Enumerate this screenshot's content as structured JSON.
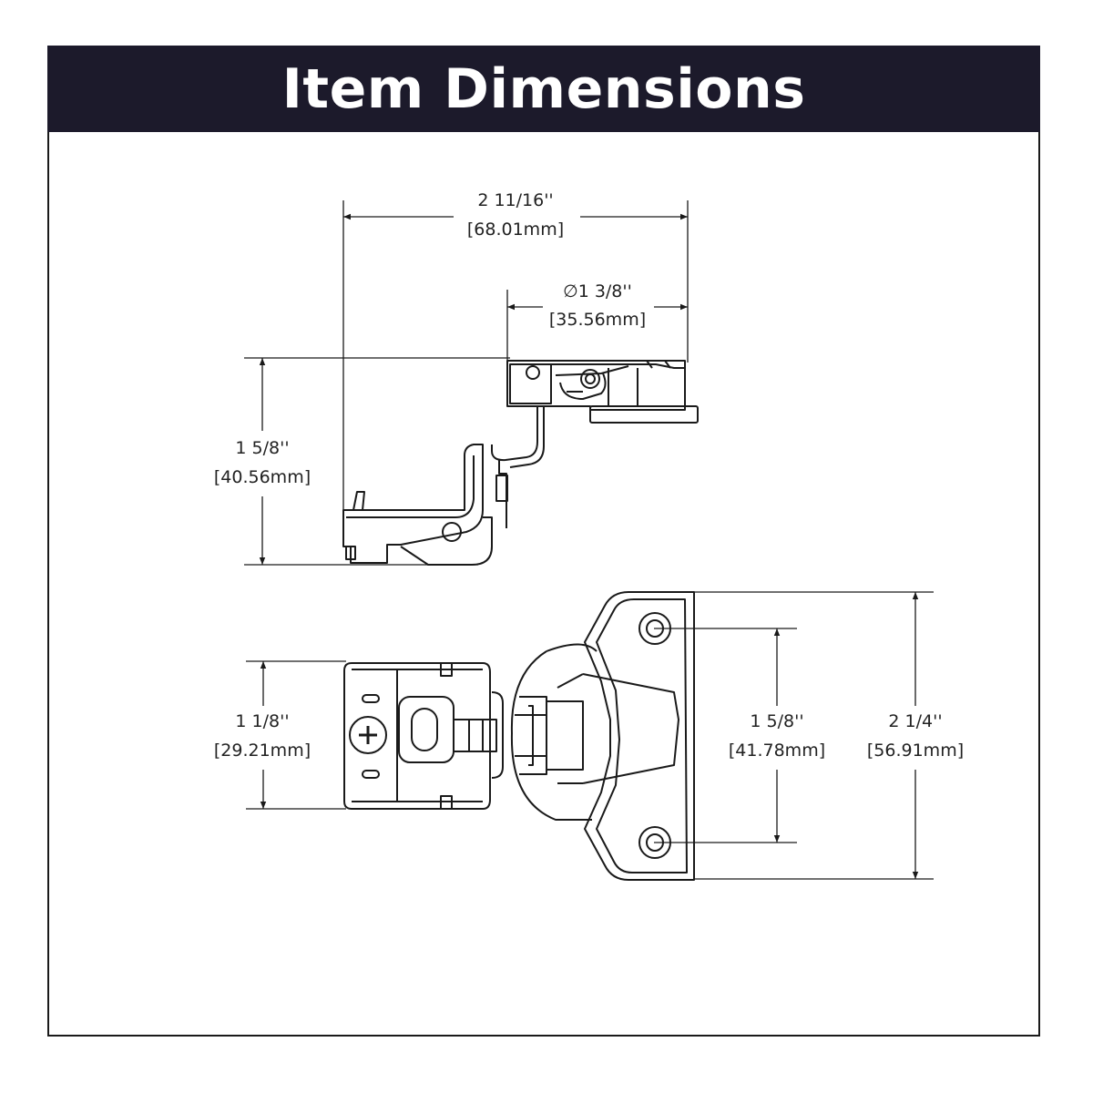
{
  "title": "Item Dimensions",
  "colors": {
    "header_bg": "#1c1a2b",
    "header_text": "#ffffff",
    "line": "#1a1a1a"
  },
  "dimensions": {
    "overall_width": {
      "imperial": "2 11/16''",
      "metric": "[68.01mm]"
    },
    "cup_diameter": {
      "imperial": "∅1 3/8''",
      "metric": "[35.56mm]"
    },
    "side_height": {
      "imperial": "1 5/8''",
      "metric": "[40.56mm]"
    },
    "arm_width": {
      "imperial": "1 1/8''",
      "metric": "[29.21mm]"
    },
    "hole_spacing": {
      "imperial": "1 5/8''",
      "metric": "[41.78mm]"
    },
    "plate_height": {
      "imperial": "2 1/4''",
      "metric": "[56.91mm]"
    }
  }
}
